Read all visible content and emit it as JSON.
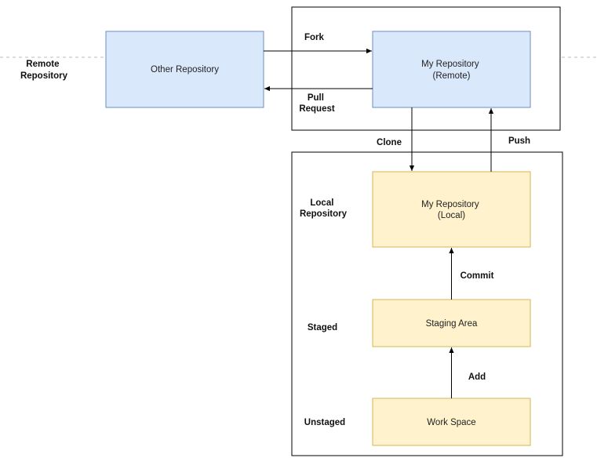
{
  "colors": {
    "remote_fill": "#dae8fc",
    "remote_stroke": "#6c8ebf",
    "local_fill": "#fff2cc",
    "local_stroke": "#d6b656",
    "container_stroke": "#000000",
    "divider": "#bdbdbd"
  },
  "zones": {
    "remote": [
      "Remote",
      "Repository"
    ],
    "local": [
      "Local",
      "Repository"
    ],
    "staged": "Staged",
    "unstaged": "Unstaged"
  },
  "nodes": {
    "other_repo": [
      "Other Repository"
    ],
    "my_repo_remote": [
      "My Repository",
      "(Remote)"
    ],
    "my_repo_local": [
      "My Repository",
      "(Local)"
    ],
    "staging_area": [
      "Staging Area"
    ],
    "work_space": [
      "Work Space"
    ]
  },
  "edges": {
    "fork": [
      "Fork"
    ],
    "pull_request": [
      "Pull",
      "Request"
    ],
    "clone": [
      "Clone"
    ],
    "push": [
      "Push"
    ],
    "commit": [
      "Commit"
    ],
    "add": [
      "Add"
    ]
  }
}
